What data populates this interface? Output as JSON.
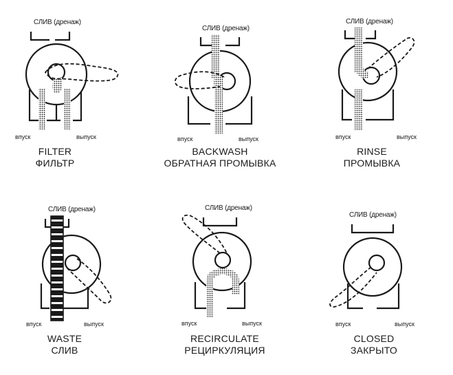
{
  "drain_label": "СЛИВ (дренаж)",
  "inlet_label": "впуск",
  "outlet_label": "выпуск",
  "modes": [
    {
      "en": "FILTER",
      "ru": "ФИЛЬТР"
    },
    {
      "en": "BACKWASH",
      "ru": "ОБРАТНАЯ ПРОМЫВКА"
    },
    {
      "en": "RINSE",
      "ru": "ПРОМЫВКА"
    },
    {
      "en": "WASTE",
      "ru": "СЛИВ"
    },
    {
      "en": "RECIRCULATE",
      "ru": "РЕЦИРКУЛЯЦИЯ"
    },
    {
      "en": "CLOSED",
      "ru": "ЗАКРЫТО"
    }
  ],
  "colors": {
    "ink": "#1a1a1a",
    "background": "#ffffff"
  }
}
